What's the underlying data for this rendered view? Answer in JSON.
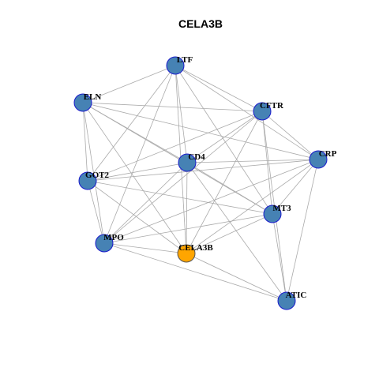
{
  "title": "CELA3B",
  "colors": {
    "node_default": "#4682b4",
    "node_border": "#1a1acc",
    "node_focus": "#ffa500",
    "node_focus_border": "#555555",
    "edge": "#aaaaaa"
  },
  "nodes": [
    {
      "id": "LTF",
      "label": "LTF",
      "focus": false
    },
    {
      "id": "ELN",
      "label": "ELN",
      "focus": false
    },
    {
      "id": "CFTR",
      "label": "CFTR",
      "focus": false
    },
    {
      "id": "CRP",
      "label": "CRP",
      "focus": false
    },
    {
      "id": "CD4",
      "label": "CD4",
      "focus": false
    },
    {
      "id": "GOT2",
      "label": "GOT2",
      "focus": false
    },
    {
      "id": "MT3",
      "label": "MT3",
      "focus": false
    },
    {
      "id": "MPO",
      "label": "MPO",
      "focus": false
    },
    {
      "id": "CELA3B",
      "label": "CELA3B",
      "focus": true
    },
    {
      "id": "ATIC",
      "label": "ATIC",
      "focus": false
    }
  ],
  "edges": [
    [
      "LTF",
      "ELN"
    ],
    [
      "LTF",
      "CFTR"
    ],
    [
      "LTF",
      "CRP"
    ],
    [
      "LTF",
      "CD4"
    ],
    [
      "LTF",
      "GOT2"
    ],
    [
      "LTF",
      "MT3"
    ],
    [
      "LTF",
      "MPO"
    ],
    [
      "LTF",
      "CELA3B"
    ],
    [
      "ELN",
      "CFTR"
    ],
    [
      "ELN",
      "CRP"
    ],
    [
      "ELN",
      "CD4"
    ],
    [
      "ELN",
      "GOT2"
    ],
    [
      "ELN",
      "MPO"
    ],
    [
      "ELN",
      "CELA3B"
    ],
    [
      "ELN",
      "MT3"
    ],
    [
      "CFTR",
      "CRP"
    ],
    [
      "CFTR",
      "CD4"
    ],
    [
      "CFTR",
      "GOT2"
    ],
    [
      "CFTR",
      "MT3"
    ],
    [
      "CFTR",
      "MPO"
    ],
    [
      "CFTR",
      "CELA3B"
    ],
    [
      "CFTR",
      "ATIC"
    ],
    [
      "CRP",
      "CD4"
    ],
    [
      "CRP",
      "GOT2"
    ],
    [
      "CRP",
      "MT3"
    ],
    [
      "CRP",
      "MPO"
    ],
    [
      "CRP",
      "CELA3B"
    ],
    [
      "CRP",
      "ATIC"
    ],
    [
      "CD4",
      "GOT2"
    ],
    [
      "CD4",
      "MT3"
    ],
    [
      "CD4",
      "MPO"
    ],
    [
      "CD4",
      "CELA3B"
    ],
    [
      "CD4",
      "ATIC"
    ],
    [
      "GOT2",
      "MT3"
    ],
    [
      "GOT2",
      "MPO"
    ],
    [
      "GOT2",
      "CELA3B"
    ],
    [
      "MT3",
      "MPO"
    ],
    [
      "MT3",
      "CELA3B"
    ],
    [
      "MT3",
      "ATIC"
    ],
    [
      "MPO",
      "CELA3B"
    ],
    [
      "MPO",
      "ATIC"
    ],
    [
      "CELA3B",
      "ATIC"
    ]
  ]
}
